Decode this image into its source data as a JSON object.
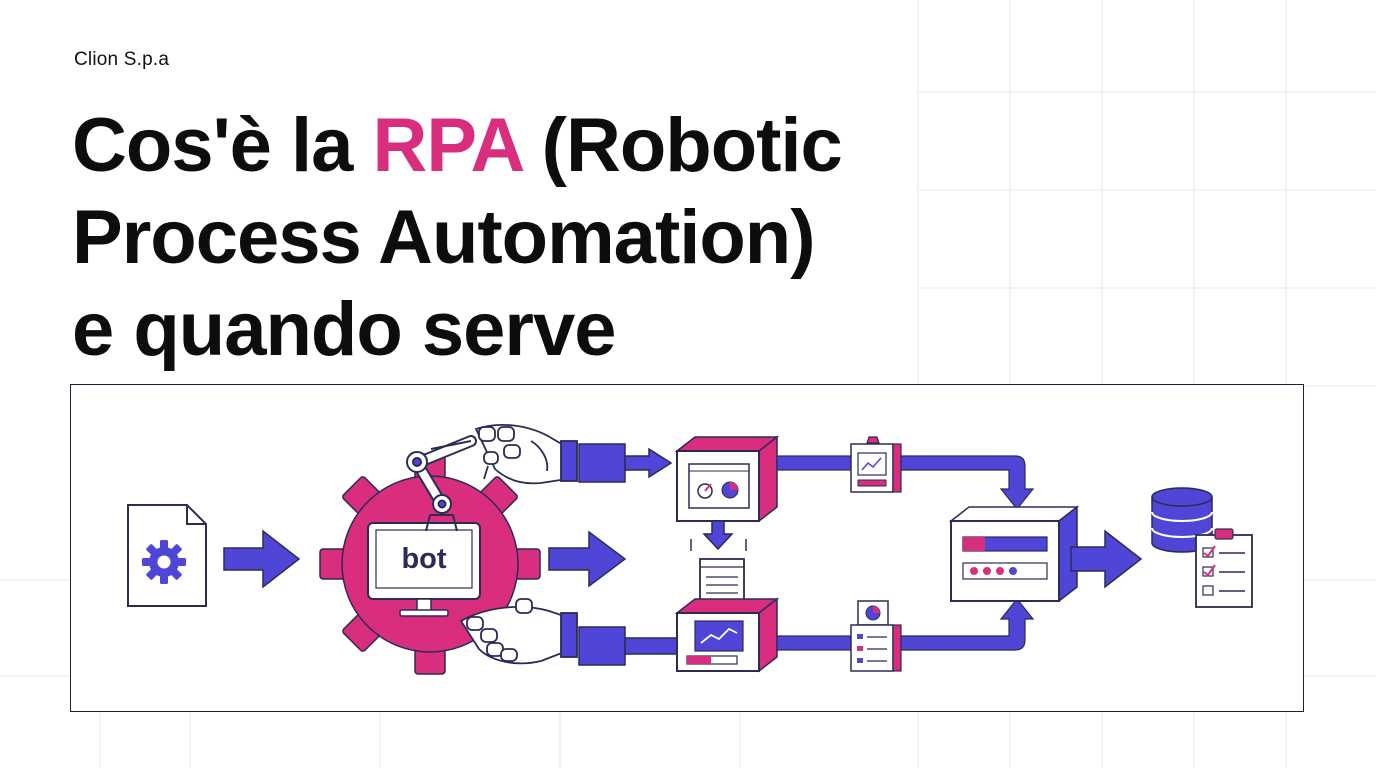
{
  "company": "Clion S.p.a",
  "headline": {
    "part1": "Cos'è la ",
    "accent": "RPA",
    "part2": " (Robotic",
    "line2": "Process Automation)",
    "line3": "e quando serve"
  },
  "diagram": {
    "bot_label": "bot"
  },
  "colors": {
    "accent": "#d92e7d",
    "primary": "#4f46d8",
    "text": "#0d0d0d",
    "grid": "#eeeeef"
  }
}
